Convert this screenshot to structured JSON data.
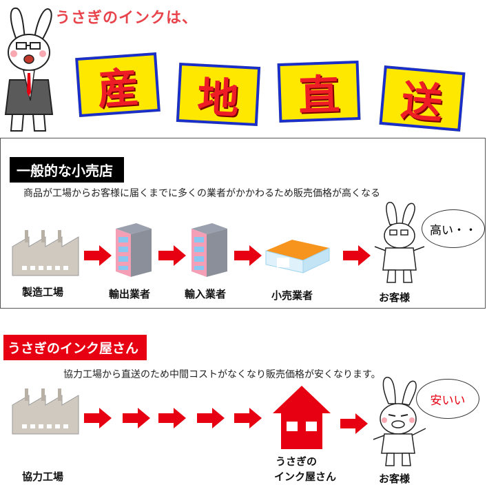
{
  "header": {
    "headline": "うさぎのインクは、",
    "big_chars": [
      "産",
      "地",
      "直",
      "送"
    ]
  },
  "section_general": {
    "tag": "一般的な小売店",
    "description": "商品が工場からお客様に届くまでに多くの業者がかかわるため販売価格が高くなる",
    "steps": [
      "製造工場",
      "輸出業者",
      "輸入業者",
      "小売業者",
      "お客様"
    ],
    "speech": "高い・・"
  },
  "section_usagi": {
    "tag": "うさぎのインク屋さん",
    "description": "協力工場から直送のため中間コストがなくなり販売価格が安くなります。",
    "steps": [
      "協力工場",
      "うさぎの",
      "インク屋さん",
      "お客様"
    ],
    "speech": "安いい"
  },
  "colors": {
    "arrow": "#e60012",
    "accent_yellow": "#ffe800",
    "accent_blue": "#1a2fc9",
    "building": "#f49fb6",
    "warehouse_roof": "#f7941d"
  }
}
